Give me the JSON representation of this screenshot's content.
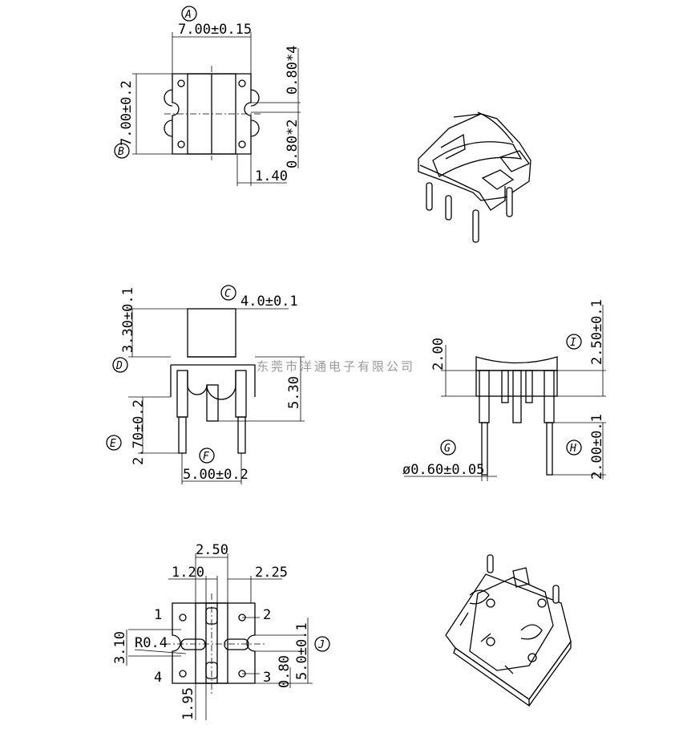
{
  "title": "",
  "watermark": "东莞市洋通电子有限公司",
  "callouts": {
    "A": "A",
    "B": "B",
    "C": "C",
    "D": "D",
    "E": "E",
    "F": "F",
    "G": "G",
    "H": "H",
    "I": "I",
    "J": "J"
  },
  "top_view": {
    "width_dim": "7.00±0.15",
    "height_dim": "7.00±0.2",
    "pin_width_dim": "0.80*4",
    "slot_dim": "0.80*2",
    "offset_dim": "1.40"
  },
  "front_view": {
    "top_width_dim": "4.0±0.1",
    "height_dim": "3.30±0.1",
    "total_height_dim": "5.30",
    "pin_length_dim": "2.70±0.2",
    "pin_span_dim": "5.00±0.2"
  },
  "side_view": {
    "flange_dim": "2.00",
    "height_dim": "2.50±0.1",
    "pin_dia_dim": "ø0.60±0.05",
    "pin_len_dim": "2.00±0.1"
  },
  "bottom_view": {
    "dim_2_50": "2.50",
    "dim_1_20": "1.20",
    "dim_2_25": "2.25",
    "dim_3_10": "3.10",
    "radius_dim": "R0.4",
    "dim_5_0": "5.0±0.1",
    "dim_0_80": "0.80",
    "dim_1_95": "1.95",
    "pin_labels": [
      "1",
      "2",
      "3",
      "4"
    ]
  }
}
